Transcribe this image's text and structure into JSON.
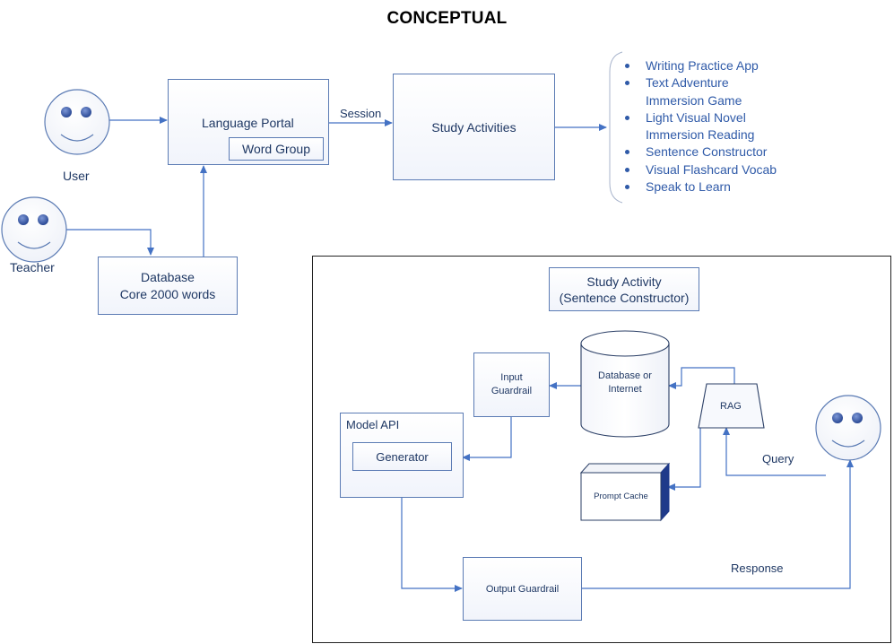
{
  "title": "CONCEPTUAL",
  "actors": {
    "user": "User",
    "teacher": "Teacher"
  },
  "language_portal": {
    "label": "Language Portal",
    "word_group": "Word Group"
  },
  "session_label": "Session",
  "study_activities": "Study Activities",
  "activities_list": [
    "Writing Practice App",
    "Text Adventure Immersion Game",
    "Light Visual Novel Immersion Reading",
    "Sentence Constructor",
    "Visual Flashcard Vocab",
    "Speak to Learn"
  ],
  "database_core": {
    "line1": "Database",
    "line2": "Core 2000 words"
  },
  "study_activity_box": {
    "line1": "Study Activity",
    "line2": "(Sentence Constructor)"
  },
  "input_guardrail": {
    "line1": "Input",
    "line2": "Guardrail"
  },
  "database_internet": {
    "line1": "Database or",
    "line2": "Internet"
  },
  "rag": "RAG",
  "model_api": "Model API",
  "generator": "Generator",
  "prompt_cache": "Prompt Cache",
  "output_guardrail": "Output Guardrail",
  "query_label": "Query",
  "response_label": "Response",
  "colors": {
    "box_border": "#5b7bb4",
    "text": "#1f3864",
    "list_text": "#2f5aa8",
    "arrow": "#4472c4",
    "face_eye": "#2e4fa0"
  }
}
